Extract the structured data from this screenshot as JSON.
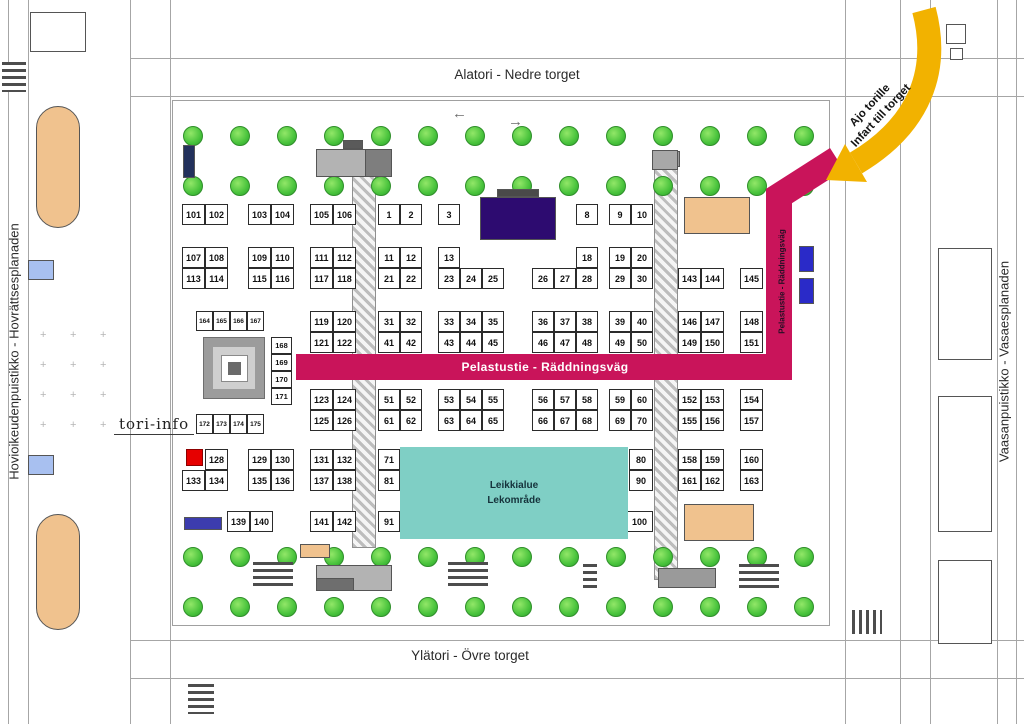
{
  "streets": {
    "top": "Alatori - Nedre torget",
    "bottom": "Ylätori - Övre torget",
    "left": "Hovioikeudenpuistikko - Hovrättsesplanaden",
    "right": "Vaasanpuistikko - Vasaesplanaden"
  },
  "rescue_route": {
    "label": "Pelastustie - Räddningsväg",
    "vertical_label": "Pelastustie - Räddningsväg",
    "color": "#c9145a"
  },
  "entry_arrow": {
    "line1": "Ajo torille",
    "line2": "Infart till torget",
    "color": "#f2b200"
  },
  "play_area": {
    "line1": "Leikkialue",
    "line2": "Lekområde",
    "color": "#7fcfc5"
  },
  "tori_info": {
    "label": "tori-info",
    "marker_color": "#e60000"
  },
  "stalls": [
    [
      "101",
      182,
      204
    ],
    [
      "102",
      205,
      204
    ],
    [
      "103",
      248,
      204
    ],
    [
      "104",
      271,
      204
    ],
    [
      "105",
      310,
      204
    ],
    [
      "106",
      333,
      204
    ],
    [
      "107",
      182,
      247
    ],
    [
      "108",
      205,
      247
    ],
    [
      "109",
      248,
      247
    ],
    [
      "110",
      271,
      247
    ],
    [
      "111",
      310,
      247
    ],
    [
      "112",
      333,
      247
    ],
    [
      "113",
      182,
      268
    ],
    [
      "114",
      205,
      268
    ],
    [
      "115",
      248,
      268
    ],
    [
      "116",
      271,
      268
    ],
    [
      "117",
      310,
      268
    ],
    [
      "118",
      333,
      268
    ],
    [
      "119",
      310,
      311
    ],
    [
      "120",
      333,
      311
    ],
    [
      "121",
      310,
      332
    ],
    [
      "122",
      333,
      332
    ],
    [
      "123",
      310,
      389
    ],
    [
      "124",
      333,
      389
    ],
    [
      "125",
      310,
      410
    ],
    [
      "126",
      333,
      410
    ],
    [
      "128",
      205,
      449
    ],
    [
      "129",
      248,
      449
    ],
    [
      "130",
      271,
      449
    ],
    [
      "131",
      310,
      449
    ],
    [
      "132",
      333,
      449
    ],
    [
      "133",
      182,
      470
    ],
    [
      "134",
      205,
      470
    ],
    [
      "135",
      248,
      470
    ],
    [
      "136",
      271,
      470
    ],
    [
      "137",
      310,
      470
    ],
    [
      "138",
      333,
      470
    ],
    [
      "139",
      227,
      511
    ],
    [
      "140",
      250,
      511
    ],
    [
      "141",
      310,
      511
    ],
    [
      "142",
      333,
      511
    ],
    [
      "164",
      196,
      311,
      17,
      20
    ],
    [
      "165",
      213,
      311,
      17,
      20
    ],
    [
      "166",
      230,
      311,
      17,
      20
    ],
    [
      "167",
      247,
      311,
      17,
      20
    ],
    [
      "168",
      271,
      337,
      21,
      17
    ],
    [
      "169",
      271,
      354,
      21,
      17
    ],
    [
      "170",
      271,
      371,
      21,
      17
    ],
    [
      "171",
      271,
      388,
      21,
      17
    ],
    [
      "172",
      196,
      414,
      17,
      20
    ],
    [
      "173",
      213,
      414,
      17,
      20
    ],
    [
      "174",
      230,
      414,
      17,
      20
    ],
    [
      "175",
      247,
      414,
      17,
      20
    ],
    [
      "1",
      378,
      204,
      22
    ],
    [
      "2",
      400,
      204,
      22
    ],
    [
      "3",
      438,
      204,
      22
    ],
    [
      "8",
      576,
      204,
      22
    ],
    [
      "9",
      609,
      204,
      22
    ],
    [
      "10",
      631,
      204,
      22
    ],
    [
      "11",
      378,
      247,
      22
    ],
    [
      "12",
      400,
      247,
      22
    ],
    [
      "13",
      438,
      247,
      22
    ],
    [
      "18",
      576,
      247,
      22
    ],
    [
      "19",
      609,
      247,
      22
    ],
    [
      "20",
      631,
      247,
      22
    ],
    [
      "21",
      378,
      268,
      22
    ],
    [
      "22",
      400,
      268,
      22
    ],
    [
      "23",
      438,
      268,
      22
    ],
    [
      "24",
      460,
      268,
      22
    ],
    [
      "25",
      482,
      268,
      22
    ],
    [
      "26",
      532,
      268,
      22
    ],
    [
      "27",
      554,
      268,
      22
    ],
    [
      "28",
      576,
      268,
      22
    ],
    [
      "29",
      609,
      268,
      22
    ],
    [
      "30",
      631,
      268,
      22
    ],
    [
      "31",
      378,
      311,
      22
    ],
    [
      "32",
      400,
      311,
      22
    ],
    [
      "33",
      438,
      311,
      22
    ],
    [
      "34",
      460,
      311,
      22
    ],
    [
      "35",
      482,
      311,
      22
    ],
    [
      "36",
      532,
      311,
      22
    ],
    [
      "37",
      554,
      311,
      22
    ],
    [
      "38",
      576,
      311,
      22
    ],
    [
      "39",
      609,
      311,
      22
    ],
    [
      "40",
      631,
      311,
      22
    ],
    [
      "41",
      378,
      332,
      22
    ],
    [
      "42",
      400,
      332,
      22
    ],
    [
      "43",
      438,
      332,
      22
    ],
    [
      "44",
      460,
      332,
      22
    ],
    [
      "45",
      482,
      332,
      22
    ],
    [
      "46",
      532,
      332,
      22
    ],
    [
      "47",
      554,
      332,
      22
    ],
    [
      "48",
      576,
      332,
      22
    ],
    [
      "49",
      609,
      332,
      22
    ],
    [
      "50",
      631,
      332,
      22
    ],
    [
      "51",
      378,
      389,
      22
    ],
    [
      "52",
      400,
      389,
      22
    ],
    [
      "53",
      438,
      389,
      22
    ],
    [
      "54",
      460,
      389,
      22
    ],
    [
      "55",
      482,
      389,
      22
    ],
    [
      "56",
      532,
      389,
      22
    ],
    [
      "57",
      554,
      389,
      22
    ],
    [
      "58",
      576,
      389,
      22
    ],
    [
      "59",
      609,
      389,
      22
    ],
    [
      "60",
      631,
      389,
      22
    ],
    [
      "61",
      378,
      410,
      22
    ],
    [
      "62",
      400,
      410,
      22
    ],
    [
      "63",
      438,
      410,
      22
    ],
    [
      "64",
      460,
      410,
      22
    ],
    [
      "65",
      482,
      410,
      22
    ],
    [
      "66",
      532,
      410,
      22
    ],
    [
      "67",
      554,
      410,
      22
    ],
    [
      "68",
      576,
      410,
      22
    ],
    [
      "69",
      609,
      410,
      22
    ],
    [
      "70",
      631,
      410,
      22
    ],
    [
      "71",
      378,
      449,
      22
    ],
    [
      "80",
      629,
      449,
      24
    ],
    [
      "81",
      378,
      470,
      22
    ],
    [
      "90",
      629,
      470,
      24
    ],
    [
      "91",
      378,
      511,
      22
    ],
    [
      "100",
      626,
      511,
      27
    ],
    [
      "143",
      678,
      268
    ],
    [
      "144",
      701,
      268
    ],
    [
      "145",
      740,
      268
    ],
    [
      "146",
      678,
      311
    ],
    [
      "147",
      701,
      311
    ],
    [
      "148",
      740,
      311
    ],
    [
      "149",
      678,
      332
    ],
    [
      "150",
      701,
      332
    ],
    [
      "151",
      740,
      332
    ],
    [
      "152",
      678,
      389
    ],
    [
      "153",
      701,
      389
    ],
    [
      "154",
      740,
      389
    ],
    [
      "155",
      678,
      410
    ],
    [
      "156",
      701,
      410
    ],
    [
      "157",
      740,
      410
    ],
    [
      "158",
      678,
      449
    ],
    [
      "159",
      701,
      449
    ],
    [
      "160",
      740,
      449
    ],
    [
      "161",
      678,
      470
    ],
    [
      "162",
      701,
      470
    ],
    [
      "163",
      740,
      470
    ]
  ]
}
